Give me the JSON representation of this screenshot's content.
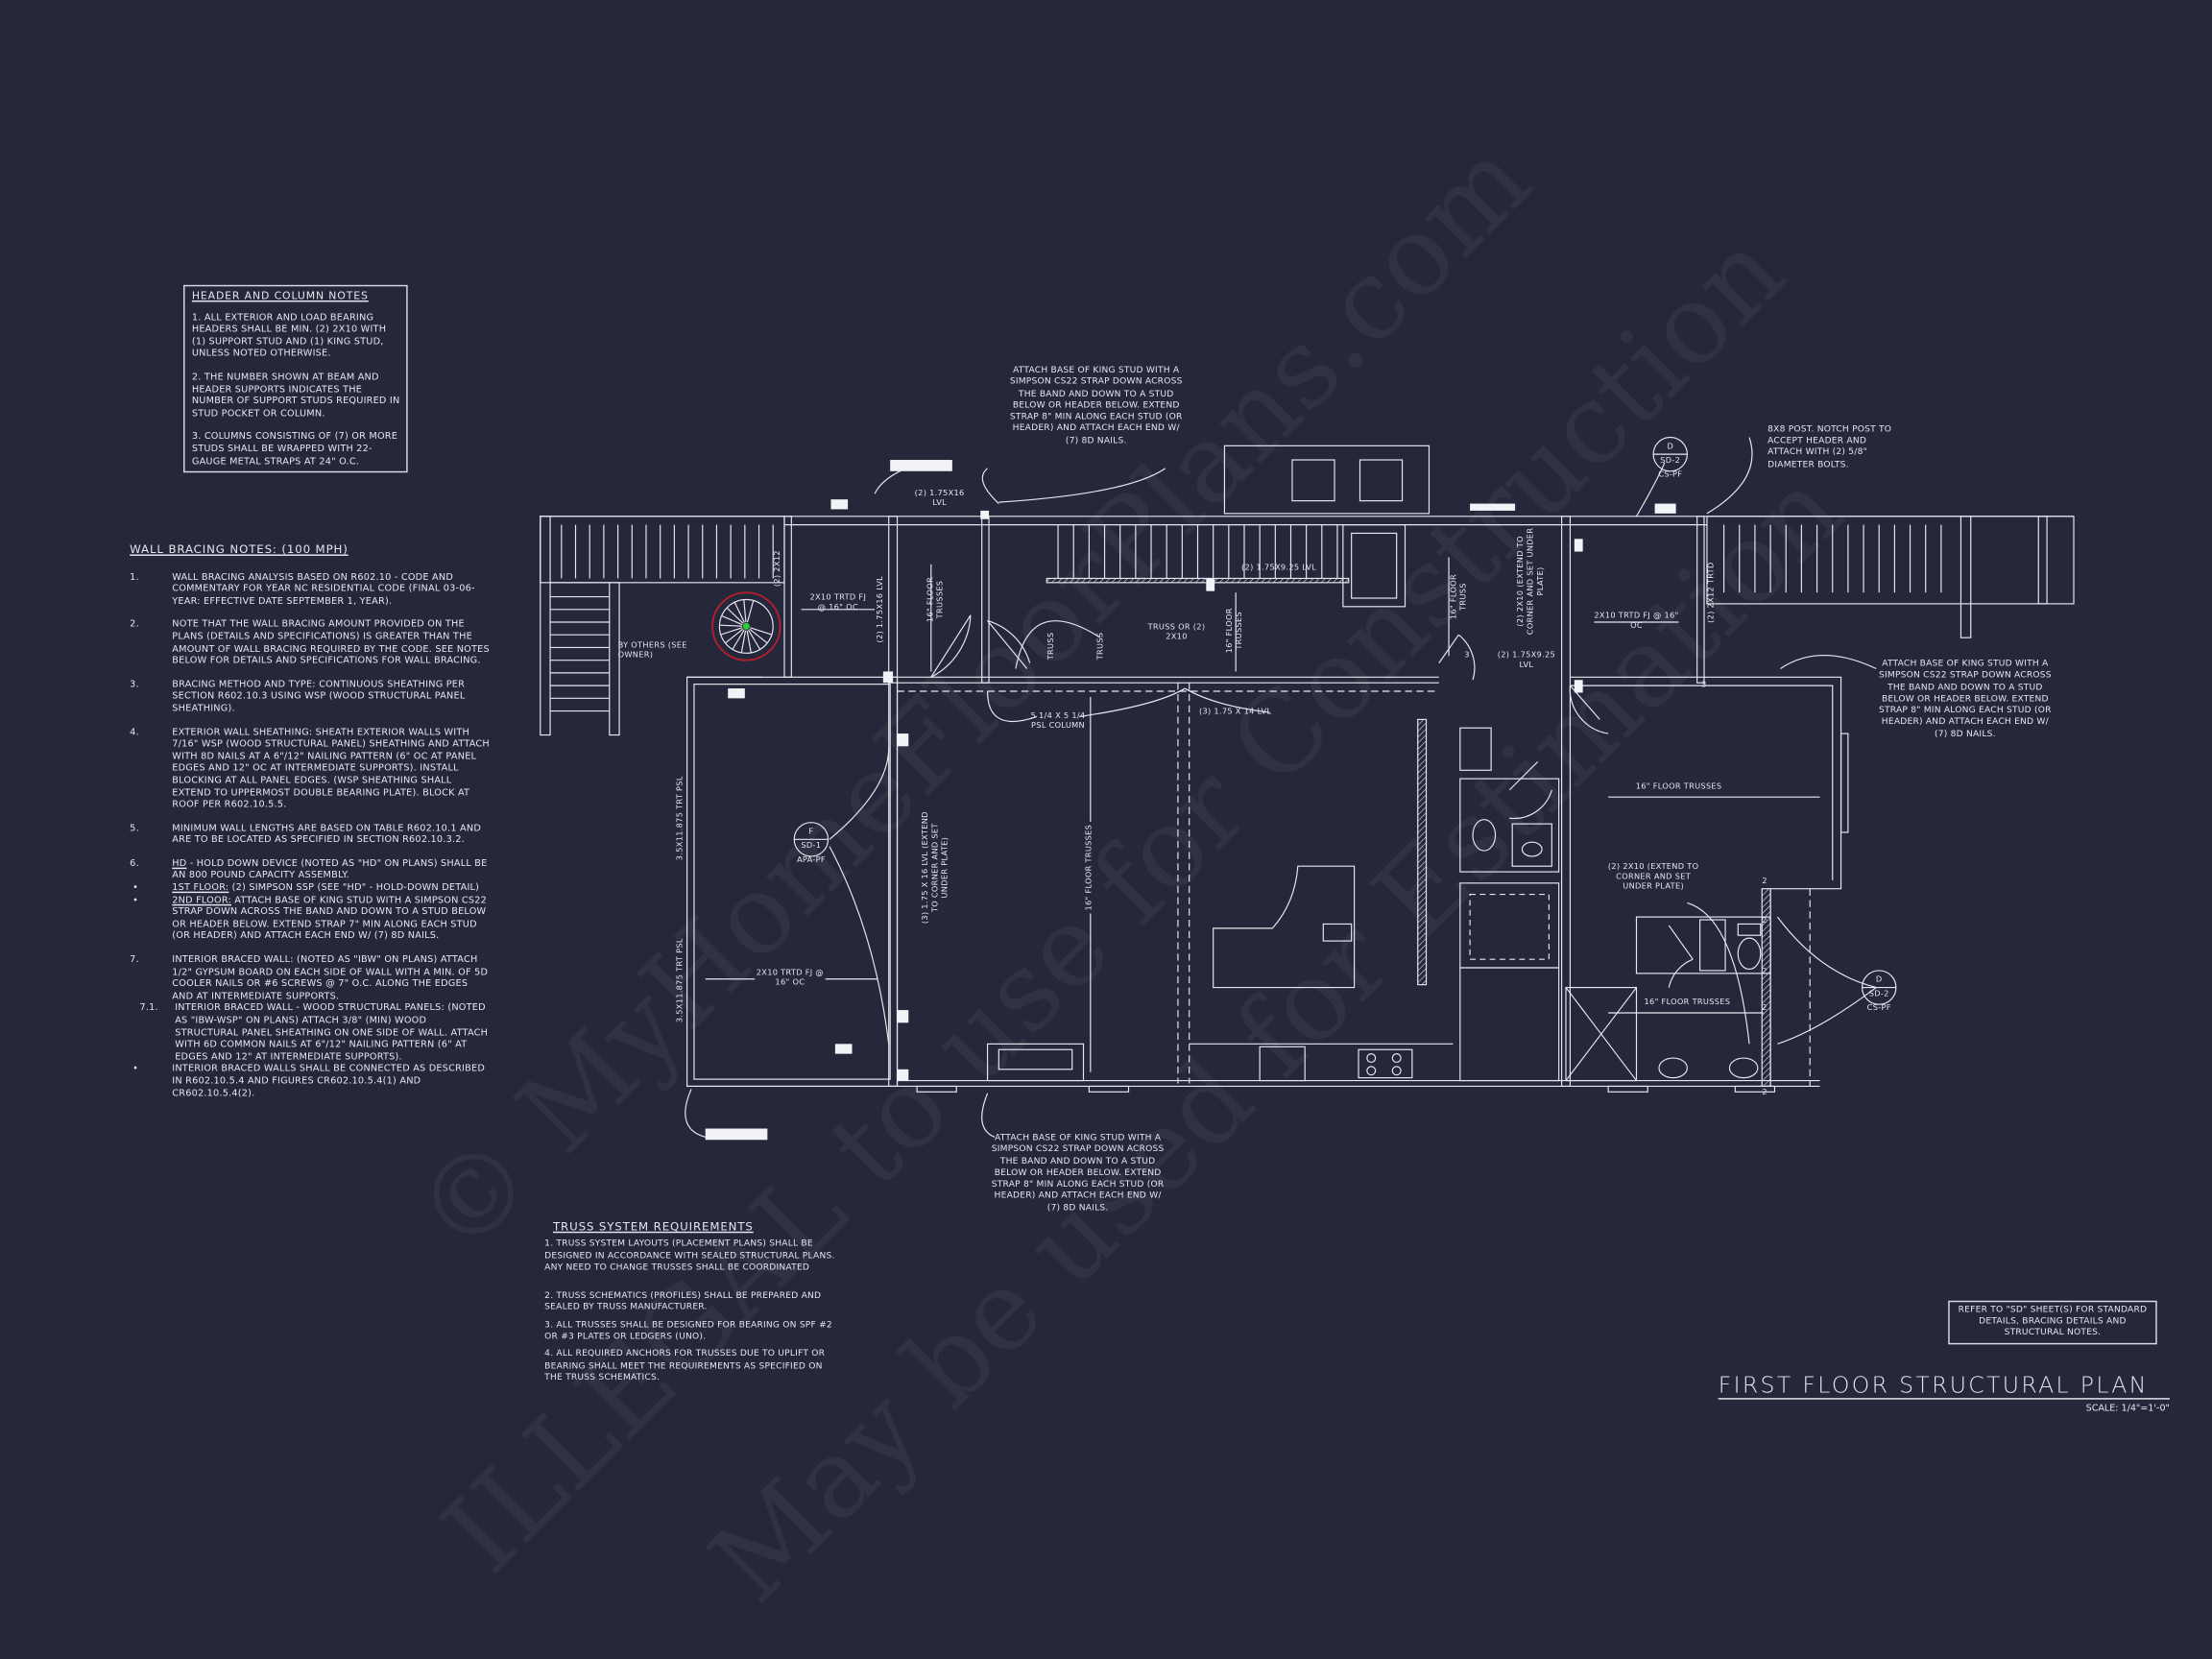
{
  "watermark": {
    "line1": "© MyHomeFloorPlans.com",
    "line2": "ILLEGAL to use for Construction",
    "line3": "May be used for Estimation"
  },
  "header_notes": {
    "title": "HEADER AND COLUMN NOTES",
    "items": [
      "1. ALL EXTERIOR AND LOAD BEARING HEADERS SHALL BE MIN. (2) 2x10 WITH (1) SUPPORT STUD AND (1) KING STUD, UNLESS NOTED OTHERWISE.",
      "2. THE NUMBER SHOWN AT BEAM AND HEADER SUPPORTS INDICATES THE NUMBER OF SUPPORT STUDS REQUIRED IN STUD POCKET OR COLUMN.",
      "3. COLUMNS CONSISTING OF (7) OR MORE STUDS SHALL BE WRAPPED WITH 22-GAUGE METAL STRAPS AT 24\" O.C."
    ]
  },
  "wall_bracing": {
    "title": "WALL BRACING NOTES: (100 MPH)",
    "items": [
      {
        "n": "1.",
        "text": "WALL BRACING ANALYSIS BASED ON R602.10 - CODE AND COMMENTARY FOR YEAR NC RESIDENTIAL CODE (FINAL 03-06-YEAR: EFFECTIVE DATE SEPTEMBER 1, YEAR)."
      },
      {
        "n": "2.",
        "text": "NOTE THAT THE WALL BRACING AMOUNT PROVIDED ON THE PLANS (DETAILS AND SPECIFICATIONS) IS GREATER THAN THE AMOUNT OF WALL BRACING REQUIRED BY THE CODE. SEE NOTES BELOW FOR DETAILS AND SPECIFICATIONS FOR WALL BRACING."
      },
      {
        "n": "3.",
        "text": "BRACING METHOD AND TYPE: CONTINUOUS SHEATHING PER SECTION R602.10.3 USING WSP (WOOD STRUCTURAL PANEL SHEATHING)."
      },
      {
        "n": "4.",
        "text": "EXTERIOR WALL SHEATHING: SHEATH EXTERIOR WALLS WITH 7/16\" WSP (WOOD STRUCTURAL PANEL) SHEATHING AND ATTACH WITH 8d NAILS AT A 6\"/12\" NAILING PATTERN (6\" OC AT PANEL EDGES AND 12\" OC AT INTERMEDIATE SUPPORTS). INSTALL BLOCKING AT ALL PANEL EDGES. (WSP SHEATHING SHALL EXTEND TO UPPERMOST DOUBLE BEARING PLATE). BLOCK AT ROOF PER R602.10.5.5."
      },
      {
        "n": "5.",
        "text": "MINIMUM WALL LENGTHS ARE BASED ON TABLE R602.10.1 AND ARE TO BE LOCATED AS SPECIFIED IN SECTION R602.10.3.2."
      }
    ],
    "item6": {
      "n": "6.",
      "label": "HD",
      "text": " - HOLD DOWN DEVICE (NOTED AS \"HD\" ON PLANS) SHALL BE AN 800 POUND CAPACITY ASSEMBLY."
    },
    "bullet1": {
      "label": "1ST FLOOR:",
      "text": " (2) SIMPSON SSP (SEE \"HD\" - HOLD-DOWN DETAIL)"
    },
    "bullet2": {
      "label": "2ND FLOOR:",
      "text": " ATTACH BASE OF KING STUD WITH A SIMPSON CS22 STRAP DOWN ACROSS THE BAND AND DOWN TO A STUD BELOW OR HEADER BELOW. EXTEND STRAP 7\" MIN ALONG EACH STUD (OR HEADER) AND ATTACH EACH END W/ (7) 8d NAILS."
    },
    "item7": {
      "n": "7.",
      "text": "INTERIOR BRACED WALL: (NOTED AS \"IBW\" ON PLANS) ATTACH 1/2\" GYPSUM BOARD ON EACH SIDE OF WALL WITH A MIN. OF 5d COOLER NAILS OR #6 SCREWS @ 7\" O.C. ALONG THE EDGES AND AT INTERMEDIATE SUPPORTS."
    },
    "item71": {
      "n": "7.1.",
      "text": "INTERIOR BRACED WALL - WOOD STRUCTURAL PANELS: (NOTED AS \"IBW-WSP\" ON PLANS) ATTACH 3/8\" (MIN) WOOD STRUCTURAL PANEL SHEATHING ON ONE SIDE OF WALL. ATTACH WITH 6d COMMON NAILS AT 6\"/12\" NAILING PATTERN (6\" AT EDGES AND 12\" AT INTERMEDIATE SUPPORTS)."
    },
    "bullet3": "INTERIOR BRACED WALLS SHALL BE CONNECTED AS DESCRIBED IN R602.10.5.4 AND FIGURES CR602.10.5.4(1) AND CR602.10.5.4(2)."
  },
  "truss_requirements": {
    "title": "TRUSS SYSTEM REQUIREMENTS",
    "items": [
      "1. TRUSS SYSTEM LAYOUTS (PLACEMENT PLANS) SHALL BE DESIGNED IN ACCORDANCE WITH SEALED STRUCTURAL PLANS. ANY NEED TO CHANGE TRUSSES SHALL BE COORDINATED",
      "2. TRUSS SCHEMATICS (PROFILES) SHALL BE PREPARED AND SEALED BY TRUSS MANUFACTURER.",
      "3. ALL TRUSSES SHALL BE DESIGNED FOR BEARING ON SPF #2 OR #3 PLATES OR LEDGERS (UNO).",
      "4. ALL REQUIRED ANCHORS FOR TRUSSES DUE TO UPLIFT OR BEARING SHALL MEET THE REQUIREMENTS AS SPECIFIED ON THE TRUSS SCHEMATICS."
    ]
  },
  "refer_note": "REFER TO \"SD\" SHEET(S) FOR STANDARD DETAILS, BRACING DETAILS AND STRUCTURAL NOTES.",
  "title_block": {
    "title": "FIRST FLOOR STRUCTURAL PLAN",
    "scale": "SCALE: 1/4\"=1'-0\""
  },
  "callouts": {
    "king_stud_8": "ATTACH BASE OF KING STUD WITH A SIMPSON CS22 STRAP DOWN ACROSS THE BAND AND DOWN TO A STUD BELOW OR HEADER BELOW. EXTEND STRAP 8\" MIN ALONG EACH STUD (OR HEADER) AND ATTACH EACH END W/ (7) 8d NAILS.",
    "post_note": "8x8 POST. NOTCH POST TO ACCEPT HEADER AND ATTACH WITH (2) 5/8\" DIAMETER BOLTS."
  },
  "plan_labels": {
    "lvl_175x16_top": "(2) 1.75x16 LVL",
    "trtd_fj_left": "2X10 TRTD FJ @ 16\" OC",
    "two_2x12": "(2) 2X12",
    "lvl_175x16_vert": "(2) 1.75x16 LVL",
    "floor_trusses": "16\" FLOOR TRUSSES",
    "by_others": "BY OTHERS (SEE OWNER)",
    "truss": "TRUSS",
    "truss_or": "TRUSS OR (2) 2X10",
    "lvl_175x925": "(2) 1.75x9.25 LVL",
    "floor_truss": "16\" FLOOR TRUSS",
    "extend_2x10": "(2) 2X10 (EXTEND TO CORNER AND SET UNDER PLATE)",
    "trtd_fj_right": "2X10 TRTD FJ @ 16\" OC",
    "two_2x12_trtd": "(2) 2X12 TRTD",
    "psl_column": "5 1/4 x 5 1/4 PSL COLUMN",
    "lvl_3_175x14": "(3) 1.75 x 14 LVL",
    "psl_trt": "3.5x11.875 TRT PSL",
    "lvl_3_175x16": "(3) 1.75 X 16 LVL (EXTEND TO CORNER AND SET UNDER PLATE)",
    "trtd_fj_lower": "2X10 TRTD FJ @ 16\" OC",
    "stud_count_2": "2",
    "stud_count_3": "3"
  },
  "detail_markers": [
    {
      "letter": "D",
      "sheet": "SD-2",
      "type": "CS-PF"
    },
    {
      "letter": "F",
      "sheet": "SD-1",
      "type": "APA-PF"
    },
    {
      "letter": "D",
      "sheet": "SD-2",
      "type": "CS-PF"
    }
  ],
  "colors": {
    "background": "#25273a",
    "linework": "#e6e8f0",
    "spiral_stair": "#b0202c"
  }
}
